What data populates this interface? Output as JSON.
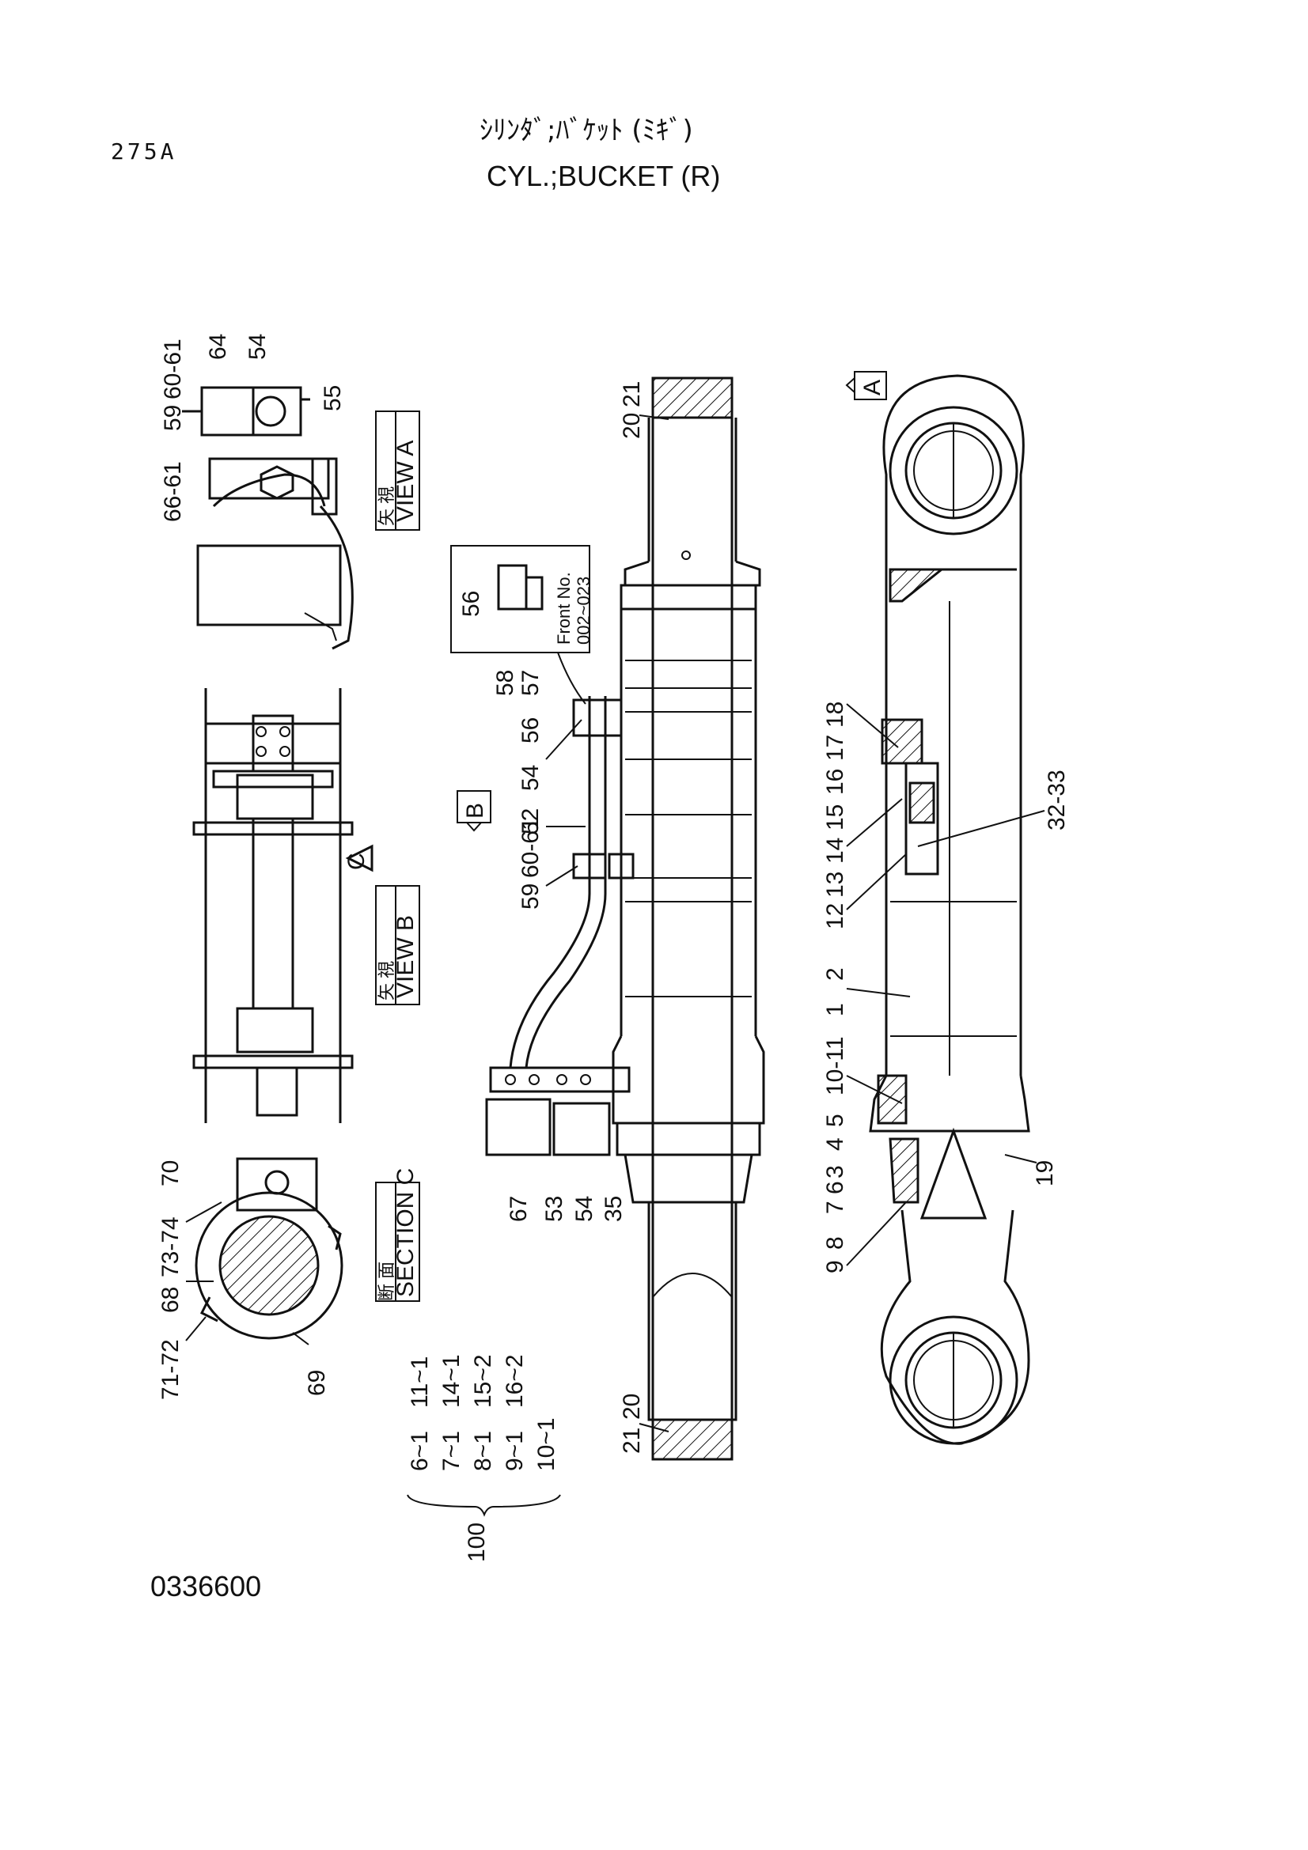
{
  "page": {
    "ref_code": "275A",
    "title_jp": "ｼﾘﾝﾀﾞ;ﾊﾞｹｯﾄ (ﾐｷﾞ)",
    "title_en": "CYL.;BUCKET (R)",
    "drawing_number": "0336600"
  },
  "views": {
    "view_a": {
      "jp": "矢 視",
      "en": "VIEW A",
      "marker": "A"
    },
    "view_b": {
      "jp": "矢 視",
      "en": "VIEW B",
      "marker": "B"
    },
    "view_c": {
      "jp": "断 面",
      "en": "SECTION C",
      "marker": "C"
    }
  },
  "inset": {
    "part": "56",
    "note_line1": "Front No.",
    "note_line2": "002~023"
  },
  "callouts": {
    "view_a": [
      "66-61",
      "59",
      "60-61",
      "64",
      "54",
      "55"
    ],
    "section_c": [
      "71-72",
      "68",
      "73-74",
      "70",
      "69"
    ],
    "middle_top": [
      "20",
      "21"
    ],
    "middle_pipe": [
      "58",
      "57",
      "56",
      "54",
      "52",
      "59",
      "60-61"
    ],
    "middle_bottom": [
      "67",
      "53",
      "54",
      "35"
    ],
    "middle_rod_end": [
      "21",
      "20"
    ],
    "right": [
      "18",
      "17",
      "16",
      "15",
      "14",
      "13",
      "12",
      "32-33",
      "2",
      "1",
      "10-11",
      "5",
      "4",
      "3",
      "7",
      "6",
      "8",
      "9",
      "19"
    ]
  },
  "kit": {
    "col1": [
      "6~1",
      "7~1",
      "8~1",
      "9~1",
      "10~1"
    ],
    "col2": [
      "11~1",
      "14~1",
      "15~2",
      "16~2"
    ],
    "label": "100"
  }
}
